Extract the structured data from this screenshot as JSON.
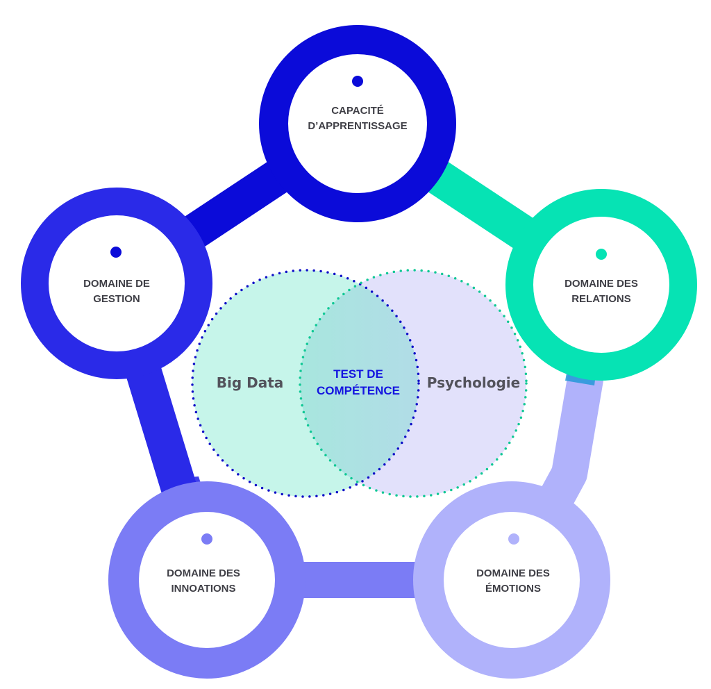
{
  "nodes": {
    "capacite": {
      "line1": "CAPACITÉ",
      "line2": "D’APPRENTISSAGE"
    },
    "gestion": {
      "line1": "DOMAINE DE",
      "line2": "GESTION"
    },
    "relations": {
      "line1": "DOMAINE DES",
      "line2": "RELATIONS"
    },
    "innovations": {
      "line1": "DOMAINE DES",
      "line2": "INNOATIONS"
    },
    "emotions": {
      "line1": "DOMAINE  DES",
      "line2": "ÉMOTIONS"
    }
  },
  "venn": {
    "left": "Big Data",
    "right": "Psychologie",
    "center_line1": "TEST DE",
    "center_line2": "COMPÉTENCE"
  },
  "colors": {
    "deep_blue": "#0b0bd9",
    "royal_blue": "#2a2ae8",
    "mint": "#06e3b4",
    "periwinkle": "#7b7cf5",
    "lavender": "#b0b2fb",
    "venn_left_fill": "#c6f5ea",
    "venn_right_fill": "#e2e1fb",
    "label_gray": "#3f3f46",
    "center_text": "#1414e0"
  }
}
